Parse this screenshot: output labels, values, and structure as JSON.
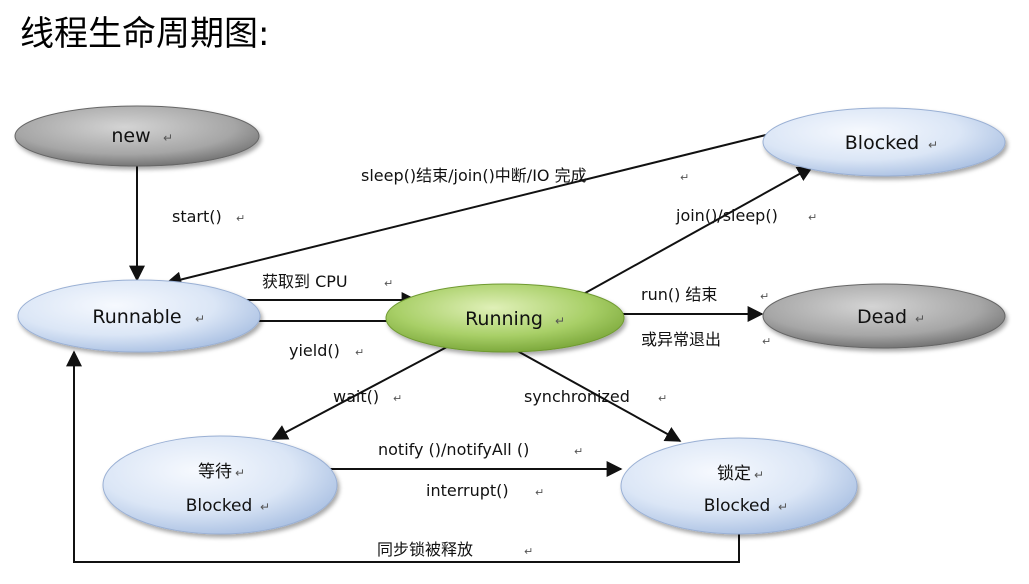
{
  "title": "线程生命周期图:",
  "return_mark": "↵",
  "colors": {
    "blue_light": "#eef3fb",
    "blue_dark": "#a9bfe0",
    "gray_light": "#c9c9c9",
    "gray_dark": "#6a6a6a",
    "green_light": "#d3e8a8",
    "green_dark": "#7fad3a",
    "stroke": "#111111"
  },
  "nodes": {
    "new": "new",
    "blocked_top": "Blocked",
    "runnable": "Runnable",
    "running": "Running",
    "dead": "Dead",
    "waiting_line1": "等待",
    "waiting_line2": "Blocked",
    "locked_line1": "锁定",
    "locked_line2": "Blocked"
  },
  "edges": {
    "start": "start()",
    "sleep_end": "sleep()结束/join()中断/IO 完成",
    "join_sleep": "join()/sleep()",
    "get_cpu": "获取到 CPU",
    "yield": "yield()",
    "run_end_line1": "run()  结束",
    "run_end_line2": "或异常退出",
    "wait": "wait()",
    "synchronized": "synchronized",
    "notify": "notify ()/notifyAll ()",
    "interrupt": "interrupt()",
    "sync_release": "同步锁被释放"
  }
}
